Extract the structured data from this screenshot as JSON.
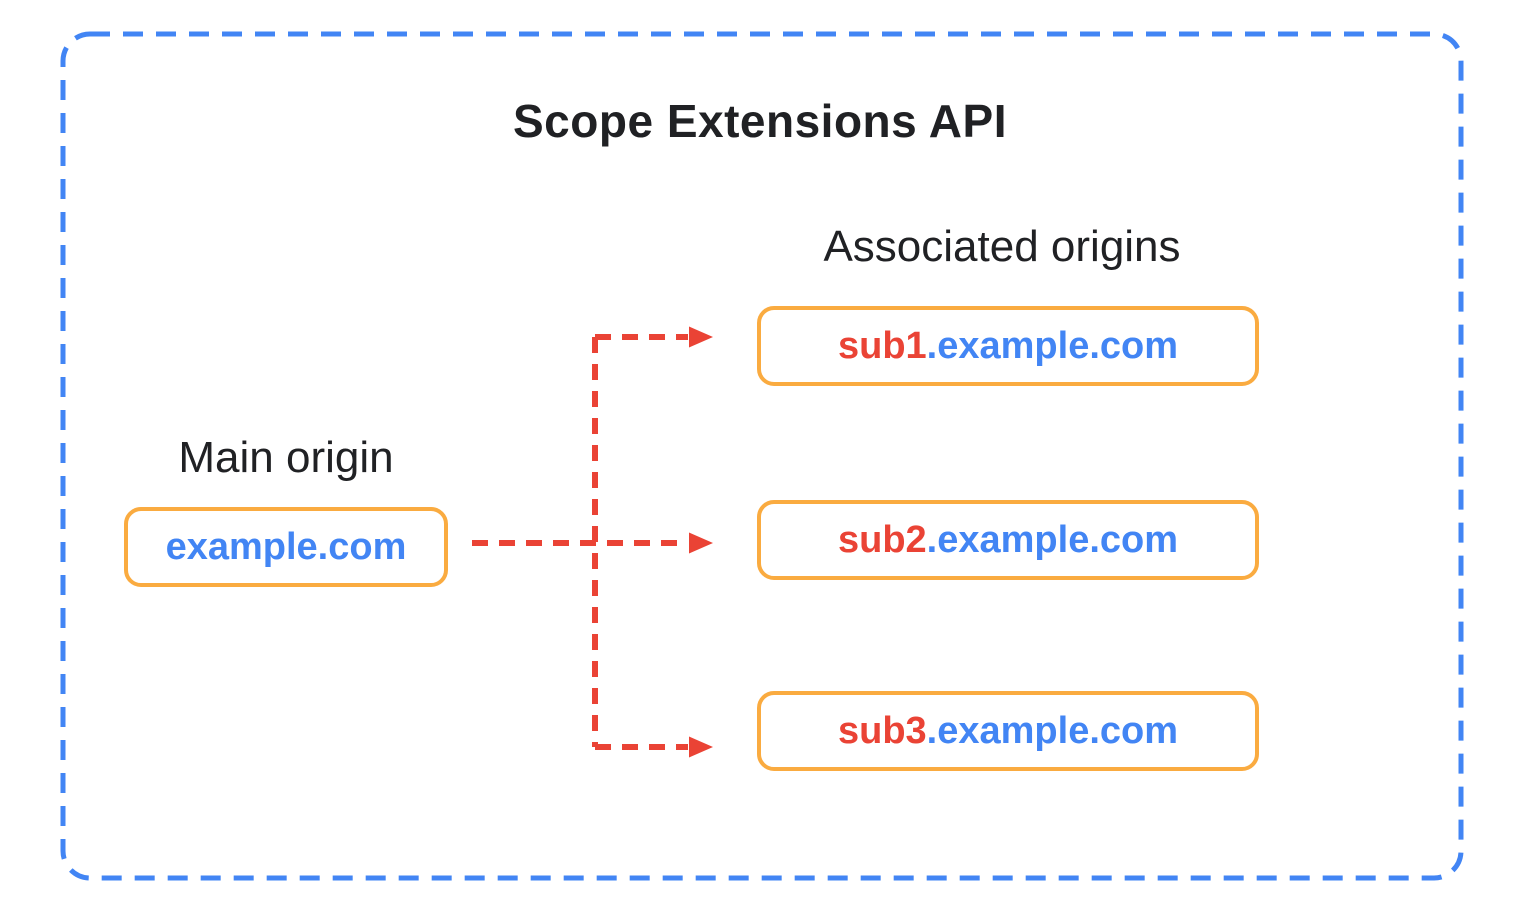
{
  "title": "Scope Extensions API",
  "main_origin": {
    "label": "Main origin",
    "domain": "example.com"
  },
  "associated_origins": {
    "label": "Associated origins",
    "items": [
      {
        "subdomain": "sub1",
        "suffix": ".example.com"
      },
      {
        "subdomain": "sub2",
        "suffix": ".example.com"
      },
      {
        "subdomain": "sub3",
        "suffix": ".example.com"
      }
    ]
  },
  "colors": {
    "boundary_blue": "#4285F4",
    "domain_blue": "#4285F4",
    "accent_red": "#EA4335",
    "box_border_orange": "#FAAB40",
    "text_dark": "#202124",
    "background": "#FFFFFF"
  }
}
